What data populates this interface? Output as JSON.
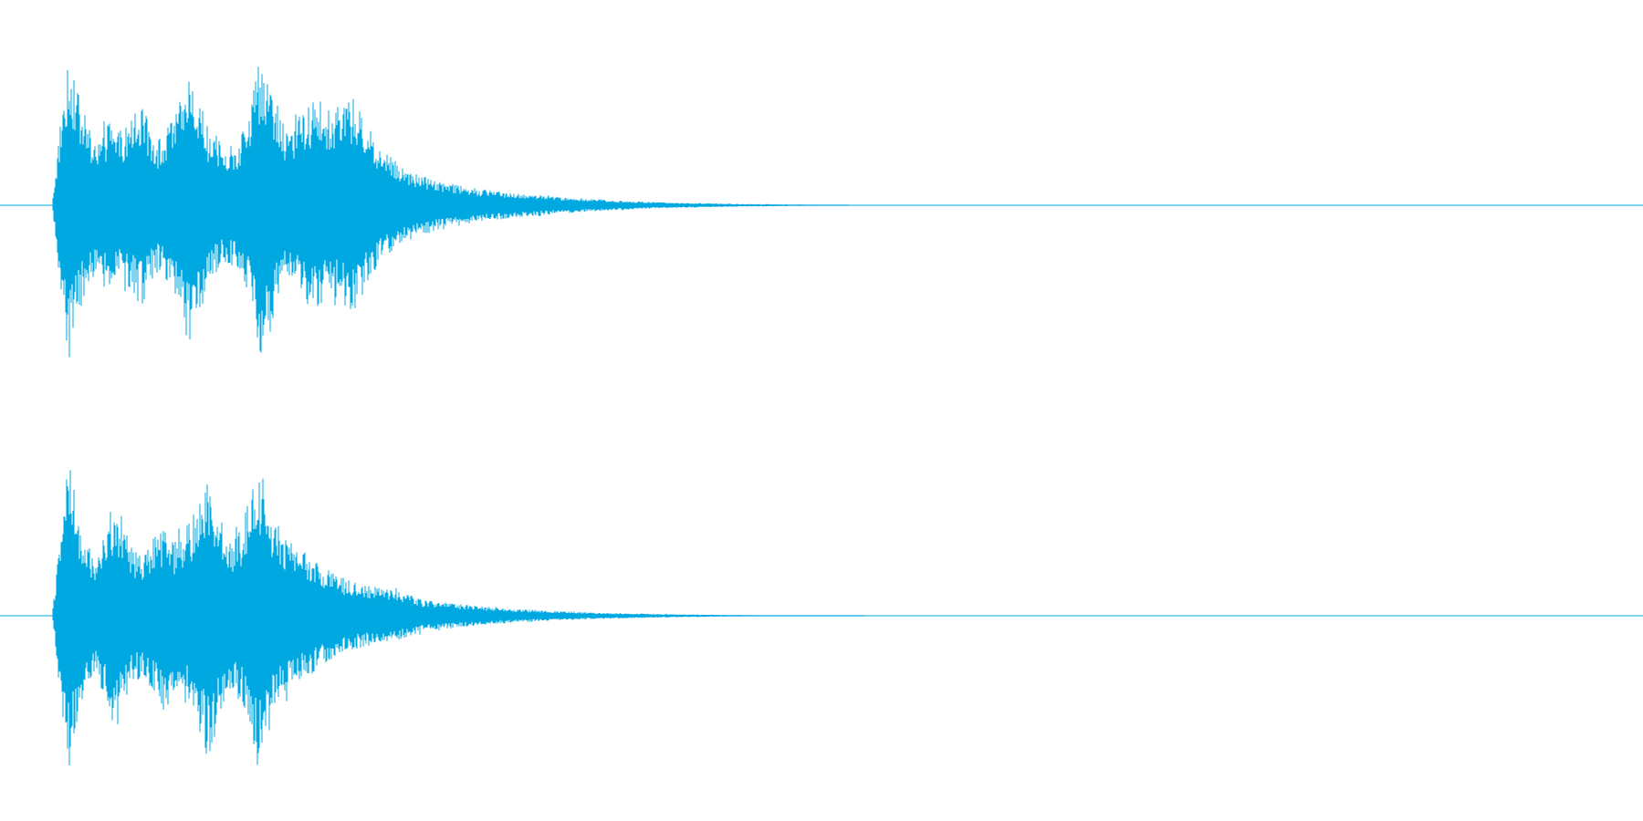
{
  "waveform": {
    "color": "#00a8e2",
    "background": "#ffffff",
    "channel_count": 2,
    "channels": [
      {
        "name": "channel-1",
        "envelope": [
          0.05,
          0.55,
          0.95,
          0.7,
          0.55,
          0.4,
          0.42,
          0.52,
          0.45,
          0.48,
          0.55,
          0.62,
          0.5,
          0.4,
          0.45,
          0.55,
          0.65,
          0.86,
          0.7,
          0.5,
          0.42,
          0.38,
          0.36,
          0.4,
          0.5,
          0.7,
          0.95,
          0.8,
          0.6,
          0.45,
          0.48,
          0.58,
          0.62,
          0.65,
          0.6,
          0.55,
          0.62,
          0.68,
          0.6,
          0.5,
          0.42,
          0.35,
          0.3,
          0.26,
          0.23,
          0.2,
          0.18,
          0.17,
          0.15,
          0.14,
          0.13,
          0.12,
          0.11,
          0.1,
          0.095,
          0.09,
          0.085,
          0.08,
          0.075,
          0.07,
          0.065,
          0.06,
          0.055,
          0.05,
          0.047,
          0.044,
          0.041,
          0.038,
          0.035,
          0.032,
          0.03,
          0.028,
          0.026,
          0.024,
          0.022,
          0.02,
          0.018,
          0.017,
          0.016,
          0.015,
          0.014,
          0.013,
          0.012,
          0.011,
          0.01,
          0.009,
          0.008,
          0.008,
          0.007,
          0.007,
          0.006,
          0.006,
          0.005,
          0.005,
          0.004,
          0.004,
          0.003,
          0.003,
          0.002,
          0.0
        ],
        "end_fraction": 0.5
      },
      {
        "name": "channel-2",
        "envelope": [
          0.05,
          0.55,
          0.98,
          0.62,
          0.45,
          0.35,
          0.45,
          0.65,
          0.6,
          0.45,
          0.4,
          0.38,
          0.45,
          0.55,
          0.5,
          0.45,
          0.52,
          0.6,
          0.72,
          0.9,
          0.7,
          0.5,
          0.45,
          0.55,
          0.75,
          0.92,
          0.8,
          0.6,
          0.5,
          0.45,
          0.42,
          0.38,
          0.34,
          0.3,
          0.27,
          0.24,
          0.22,
          0.2,
          0.19,
          0.18,
          0.17,
          0.16,
          0.15,
          0.14,
          0.12,
          0.1,
          0.09,
          0.085,
          0.08,
          0.075,
          0.07,
          0.065,
          0.06,
          0.055,
          0.05,
          0.047,
          0.044,
          0.041,
          0.038,
          0.035,
          0.032,
          0.03,
          0.028,
          0.026,
          0.024,
          0.022,
          0.02,
          0.018,
          0.017,
          0.016,
          0.015,
          0.014,
          0.013,
          0.012,
          0.011,
          0.01,
          0.009,
          0.008,
          0.008,
          0.007,
          0.007,
          0.006,
          0.006,
          0.005,
          0.005,
          0.004,
          0.004,
          0.003,
          0.003,
          0.003,
          0.002,
          0.002,
          0.002,
          0.002,
          0.001,
          0.001,
          0.001,
          0.001,
          0.001,
          0.0
        ],
        "end_fraction": 0.51
      }
    ]
  }
}
